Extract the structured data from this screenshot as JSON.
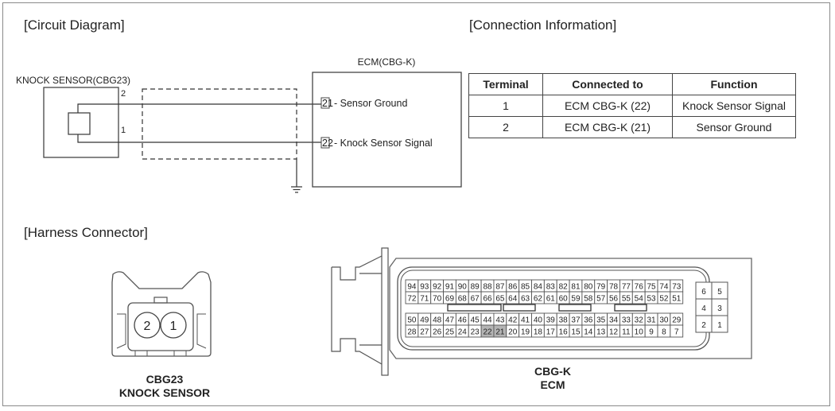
{
  "sections": {
    "circuit_diagram": "[Circuit Diagram]",
    "connection_information": "[Connection Information]",
    "harness_connector": "[Harness Connector]"
  },
  "circuit": {
    "sensor_label": "KNOCK SENSOR(CBG23)",
    "sensor_pins": [
      "2",
      "1"
    ],
    "ecm_label": "ECM(CBG-K)",
    "ecm_terminals": [
      {
        "pin": "21",
        "label": "- Sensor Ground"
      },
      {
        "pin": "22",
        "label": "- Knock Sensor Signal"
      }
    ]
  },
  "connection_table": {
    "headers": [
      "Terminal",
      "Connected to",
      "Function"
    ],
    "rows": [
      {
        "terminal": "1",
        "connected_to": "ECM CBG-K (22)",
        "function": "Knock Sensor Signal"
      },
      {
        "terminal": "2",
        "connected_to": "ECM CBG-K (21)",
        "function": "Sensor Ground"
      }
    ]
  },
  "harness": {
    "sensor_connector": {
      "pins": [
        "2",
        "1"
      ],
      "caption_line1": "CBG23",
      "caption_line2": "KNOCK SENSOR"
    },
    "ecm_connector": {
      "caption_line1": "CBG-K",
      "caption_line2": "ECM",
      "pin_rows": [
        [
          "94",
          "93",
          "92",
          "91",
          "90",
          "89",
          "88",
          "87",
          "86",
          "85",
          "84",
          "83",
          "82",
          "81",
          "80",
          "79",
          "78",
          "77",
          "76",
          "75",
          "74",
          "73"
        ],
        [
          "72",
          "71",
          "70",
          "69",
          "68",
          "67",
          "66",
          "65",
          "64",
          "63",
          "62",
          "61",
          "60",
          "59",
          "58",
          "57",
          "56",
          "55",
          "54",
          "53",
          "52",
          "51"
        ],
        [
          "50",
          "49",
          "48",
          "47",
          "46",
          "45",
          "44",
          "43",
          "42",
          "41",
          "40",
          "39",
          "38",
          "37",
          "36",
          "35",
          "34",
          "33",
          "32",
          "31",
          "30",
          "29"
        ],
        [
          "28",
          "27",
          "26",
          "25",
          "24",
          "23",
          "22",
          "21",
          "20",
          "19",
          "18",
          "17",
          "16",
          "15",
          "14",
          "13",
          "12",
          "11",
          "10",
          "9",
          "8",
          "7"
        ]
      ],
      "highlighted_pins": [
        "22",
        "21"
      ],
      "highlight_color": "#b4b4b4",
      "small_block_rows": [
        [
          "6",
          "5"
        ],
        [
          "4",
          "3"
        ],
        [
          "2",
          "1"
        ]
      ]
    }
  }
}
